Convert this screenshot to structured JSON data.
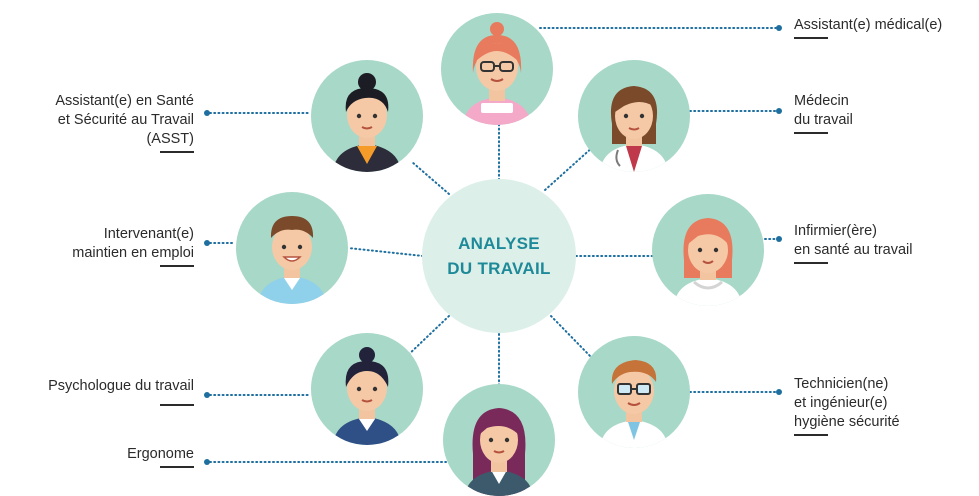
{
  "center": {
    "line1": "ANALYSE",
    "line2": "DU TRAVAIL"
  },
  "roles": [
    {
      "id": "assistant-medical",
      "lines": [
        "Assistant(e) médical(e)"
      ]
    },
    {
      "id": "medecin",
      "lines": [
        "Médecin",
        "du travail"
      ]
    },
    {
      "id": "infirmier",
      "lines": [
        "Infirmier(ère)",
        "en santé au travail"
      ]
    },
    {
      "id": "technicien",
      "lines": [
        "Technicien(ne)",
        "et ingénieur(e)",
        "hygiène sécurité"
      ]
    },
    {
      "id": "asst",
      "lines": [
        "Assistant(e) en Santé",
        "et Sécurité au Travail",
        "(ASST)"
      ]
    },
    {
      "id": "intervenant",
      "lines": [
        "Intervenant(e)",
        "maintien en emploi"
      ]
    },
    {
      "id": "psychologue",
      "lines": [
        "Psychologue du travail"
      ]
    },
    {
      "id": "ergonome",
      "lines": [
        "Ergonome"
      ]
    }
  ],
  "colors": {
    "circle": "#a8d8c7",
    "center": "#dcefe8",
    "accent": "#1e8a99",
    "dots": "#1e6fa0"
  }
}
